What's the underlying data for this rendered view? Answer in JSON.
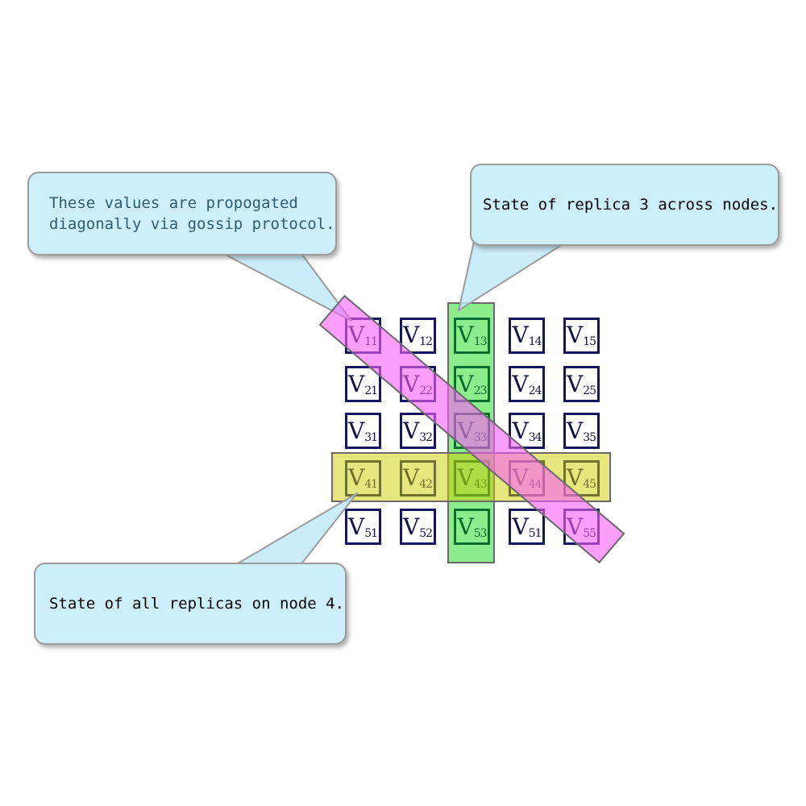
{
  "colors": {
    "callout_fill": "#cdeefb",
    "callout_border": "#9b9b9b",
    "gossip_text": "#2e5c70",
    "plain_text": "#000000",
    "cell_border": "#14145f",
    "cell_text": "#10104a",
    "band_border": "#6a6a6a",
    "green_band": "rgba(0,215,0,0.45)",
    "yellow_band": "rgba(205,205,0,0.5)",
    "magenta_band": "rgba(250,95,250,0.6)",
    "tail_fill": "rgba(190,232,250,0.82)"
  },
  "callouts": {
    "gossip": {
      "line1": "These values are propogated",
      "line2": "diagonally via gossip protocol."
    },
    "replica": {
      "text": "State of replica 3 across nodes."
    },
    "node": {
      "text": "State of all replicas on node 4."
    }
  },
  "matrix": {
    "rows": [
      [
        {
          "base": "V",
          "sub": "11"
        },
        {
          "base": "V",
          "sub": "12"
        },
        {
          "base": "V",
          "sub": "13"
        },
        {
          "base": "V",
          "sub": "14"
        },
        {
          "base": "V",
          "sub": "15"
        }
      ],
      [
        {
          "base": "V",
          "sub": "21"
        },
        {
          "base": "V",
          "sub": "22"
        },
        {
          "base": "V",
          "sub": "23"
        },
        {
          "base": "V",
          "sub": "24"
        },
        {
          "base": "V",
          "sub": "25"
        }
      ],
      [
        {
          "base": "V",
          "sub": "31"
        },
        {
          "base": "V",
          "sub": "32"
        },
        {
          "base": "V",
          "sub": "33"
        },
        {
          "base": "V",
          "sub": "34"
        },
        {
          "base": "V",
          "sub": "35"
        }
      ],
      [
        {
          "base": "V",
          "sub": "41"
        },
        {
          "base": "V",
          "sub": "42"
        },
        {
          "base": "V",
          "sub": "43"
        },
        {
          "base": "V",
          "sub": "44"
        },
        {
          "base": "V",
          "sub": "45"
        }
      ],
      [
        {
          "base": "V",
          "sub": "51"
        },
        {
          "base": "V",
          "sub": "52"
        },
        {
          "base": "V",
          "sub": "53"
        },
        {
          "base": "V",
          "sub": "51"
        },
        {
          "base": "V",
          "sub": "55"
        }
      ]
    ]
  }
}
